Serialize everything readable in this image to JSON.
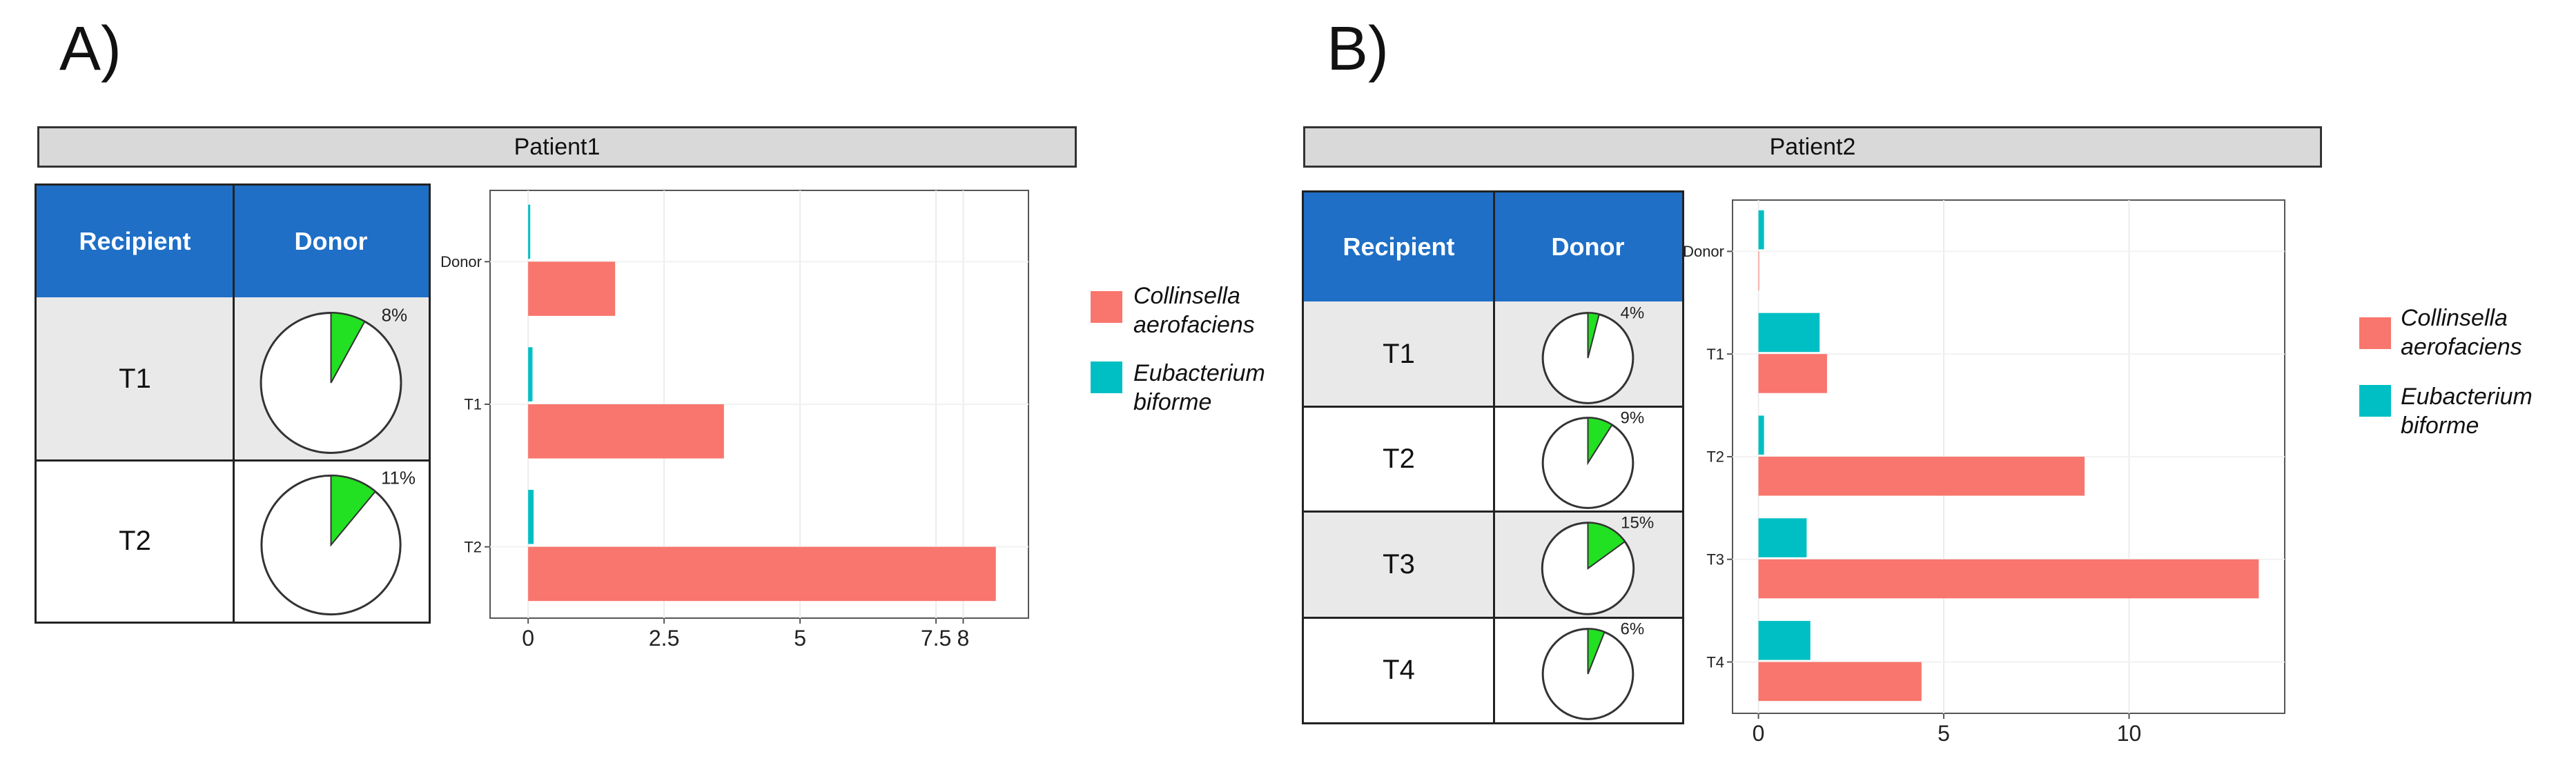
{
  "colors": {
    "collinsella": "#f8766d",
    "eubacterium": "#00bfc4",
    "pie_fill": "#22e022",
    "header_blue": "#1f6fc7",
    "strip_gray": "#d9d9d9"
  },
  "panels": [
    {
      "letter": "A)",
      "strip": "Patient1",
      "table": {
        "headers": [
          "Recipient",
          "Donor"
        ],
        "rows": [
          {
            "label": "T1",
            "pct_label": "8%",
            "fraction": 0.08
          },
          {
            "label": "T2",
            "pct_label": "11%",
            "fraction": 0.11
          }
        ]
      },
      "legend": [
        {
          "line1": "Collinsella",
          "line2": "aerofaciens",
          "icon": "color-square"
        },
        {
          "line1": "Eubacterium",
          "line2": "biforme",
          "icon": "color-square"
        }
      ]
    },
    {
      "letter": "B)",
      "strip": "Patient2",
      "table": {
        "headers": [
          "Recipient",
          "Donor"
        ],
        "rows": [
          {
            "label": "T1",
            "pct_label": "4%",
            "fraction": 0.04
          },
          {
            "label": "T2",
            "pct_label": "9%",
            "fraction": 0.09
          },
          {
            "label": "T3",
            "pct_label": "15%",
            "fraction": 0.15
          },
          {
            "label": "T4",
            "pct_label": "6%",
            "fraction": 0.06
          }
        ]
      },
      "legend": [
        {
          "line1": "Collinsella",
          "line2": "aerofaciens",
          "icon": "color-square"
        },
        {
          "line1": "Eubacterium",
          "line2": "biforme",
          "icon": "color-square"
        }
      ]
    }
  ],
  "chart_data": [
    {
      "type": "bar",
      "orientation": "horizontal",
      "categories": [
        "Donor",
        "T1",
        "T2"
      ],
      "series": [
        {
          "name": "Eubacterium biforme",
          "values": [
            0.02,
            0.08,
            0.1
          ]
        },
        {
          "name": "Collinsella aerofaciens",
          "values": [
            1.6,
            3.6,
            8.6
          ]
        }
      ],
      "x_ticks": [
        0,
        2.5,
        5,
        7.5,
        8
      ],
      "x_tick_labels": [
        "0",
        "2.5",
        "5",
        "7.5",
        "8"
      ],
      "xlim": [
        -0.7,
        9.2
      ],
      "xlabel": "",
      "ylabel": "",
      "grid": true,
      "legend_position": "right"
    },
    {
      "type": "bar",
      "orientation": "horizontal",
      "categories": [
        "Donor",
        "T1",
        "T2",
        "T3",
        "T4"
      ],
      "series": [
        {
          "name": "Eubacterium biforme",
          "values": [
            0.15,
            1.65,
            0.15,
            1.3,
            1.4
          ]
        },
        {
          "name": "Collinsella aerofaciens",
          "values": [
            0,
            1.85,
            8.8,
            13.5,
            4.4
          ]
        }
      ],
      "x_ticks": [
        0,
        5,
        10
      ],
      "x_tick_labels": [
        "0",
        "5",
        "10"
      ],
      "xlim": [
        -0.7,
        14.2
      ],
      "xlabel": "",
      "ylabel": "",
      "grid": true,
      "legend_position": "right"
    }
  ]
}
